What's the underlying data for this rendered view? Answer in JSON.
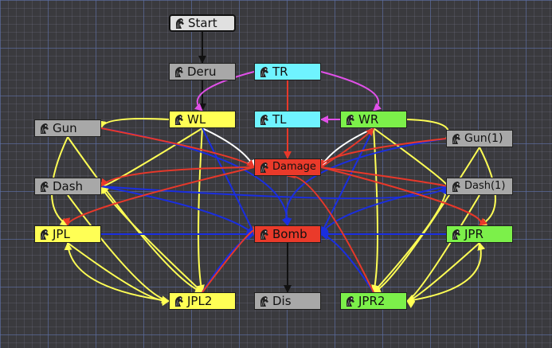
{
  "colors": {
    "gray": "#a8a8a8",
    "cyan": "#6ff3ff",
    "yellow": "#ffff55",
    "green": "#7cf04a",
    "red": "#ea3a2a",
    "edge_black": "#111111",
    "edge_red": "#e8382a",
    "edge_blue": "#1a2ee0",
    "edge_yellow": "#ffff55",
    "edge_magenta": "#e050e8",
    "edge_white": "#ffffff"
  },
  "node_icon": "horse-head-icon",
  "nodes": {
    "start": {
      "label": "Start",
      "color": "#e0e0e0"
    },
    "deru": {
      "label": "Deru",
      "color": "#a8a8a8"
    },
    "tr": {
      "label": "TR",
      "color": "#6ff3ff"
    },
    "wl": {
      "label": "WL",
      "color": "#ffff55"
    },
    "tl": {
      "label": "TL",
      "color": "#6ff3ff"
    },
    "wr": {
      "label": "WR",
      "color": "#7cf04a"
    },
    "gun": {
      "label": "Gun",
      "color": "#a8a8a8"
    },
    "gun1": {
      "label": "Gun(1)",
      "color": "#a8a8a8"
    },
    "damage": {
      "label": "Damage",
      "color": "#ea3a2a"
    },
    "dash": {
      "label": "Dash",
      "color": "#a8a8a8"
    },
    "dash1": {
      "label": "Dash(1)",
      "color": "#a8a8a8"
    },
    "jpl": {
      "label": "JPL",
      "color": "#ffff55"
    },
    "bomb": {
      "label": "Bomb",
      "color": "#ea3a2a"
    },
    "jpr": {
      "label": "JPR",
      "color": "#7cf04a"
    },
    "jpl2": {
      "label": "JPL2",
      "color": "#ffff55"
    },
    "dis": {
      "label": "Dis",
      "color": "#a8a8a8"
    },
    "jpr2": {
      "label": "JPR2",
      "color": "#7cf04a"
    }
  },
  "edges": [
    {
      "from": "start",
      "to": "deru",
      "color": "edge_black"
    },
    {
      "from": "deru",
      "to": "wl",
      "color": "edge_black"
    },
    {
      "from": "bomb",
      "to": "dis",
      "color": "edge_black"
    },
    {
      "from": "tr",
      "to": "damage",
      "color": "edge_red"
    },
    {
      "from": "tr",
      "to": "wl",
      "color": "edge_magenta"
    },
    {
      "from": "tr",
      "to": "wr",
      "color": "edge_magenta"
    },
    {
      "from": "wr",
      "to": "tl",
      "color": "edge_magenta"
    },
    {
      "from": "wl",
      "to": "damage",
      "color": "edge_white"
    },
    {
      "from": "wr",
      "to": "damage",
      "color": "edge_white"
    },
    {
      "from": "wl",
      "to": "gun",
      "color": "edge_yellow"
    },
    {
      "from": "wr",
      "to": "gun1",
      "color": "edge_yellow"
    },
    {
      "from": "wl",
      "to": "dash",
      "color": "edge_yellow"
    },
    {
      "from": "wr",
      "to": "dash1",
      "color": "edge_yellow"
    },
    {
      "from": "wl",
      "to": "jpl2",
      "color": "edge_yellow"
    },
    {
      "from": "wr",
      "to": "jpr2",
      "color": "edge_yellow"
    },
    {
      "from": "gun",
      "to": "jpl",
      "color": "edge_yellow"
    },
    {
      "from": "gun1",
      "to": "jpr",
      "color": "edge_yellow"
    },
    {
      "from": "gun",
      "to": "jpl2",
      "color": "edge_yellow"
    },
    {
      "from": "gun1",
      "to": "jpr2",
      "color": "edge_yellow"
    },
    {
      "from": "dash",
      "to": "jpl2",
      "color": "edge_yellow"
    },
    {
      "from": "dash1",
      "to": "jpr2",
      "color": "edge_yellow"
    },
    {
      "from": "jpl2",
      "to": "dash",
      "color": "edge_yellow"
    },
    {
      "from": "jpr2",
      "to": "dash1",
      "color": "edge_yellow"
    },
    {
      "from": "jpl2",
      "to": "jpl",
      "color": "edge_yellow"
    },
    {
      "from": "jpr2",
      "to": "jpr",
      "color": "edge_yellow"
    },
    {
      "from": "jpl",
      "to": "jpl2",
      "color": "edge_yellow"
    },
    {
      "from": "jpr",
      "to": "jpr2",
      "color": "edge_yellow"
    },
    {
      "from": "gun",
      "to": "bomb",
      "color": "edge_blue"
    },
    {
      "from": "gun1",
      "to": "bomb",
      "color": "edge_blue"
    },
    {
      "from": "dash",
      "to": "bomb",
      "color": "edge_blue"
    },
    {
      "from": "dash1",
      "to": "bomb",
      "color": "edge_blue"
    },
    {
      "from": "jpl",
      "to": "bomb",
      "color": "edge_blue"
    },
    {
      "from": "jpr",
      "to": "bomb",
      "color": "edge_blue"
    },
    {
      "from": "wl",
      "to": "bomb",
      "color": "edge_blue"
    },
    {
      "from": "wr",
      "to": "bomb",
      "color": "edge_blue"
    },
    {
      "from": "jpl2",
      "to": "bomb",
      "color": "edge_blue"
    },
    {
      "from": "jpr2",
      "to": "bomb",
      "color": "edge_blue"
    },
    {
      "from": "dash",
      "to": "dash1",
      "color": "edge_blue"
    },
    {
      "from": "gun",
      "to": "damage",
      "color": "edge_red"
    },
    {
      "from": "gun1",
      "to": "damage",
      "color": "edge_red"
    },
    {
      "from": "damage",
      "to": "dash",
      "color": "edge_red"
    },
    {
      "from": "damage",
      "to": "dash1",
      "color": "edge_red"
    },
    {
      "from": "damage",
      "to": "jpl",
      "color": "edge_red"
    },
    {
      "from": "damage",
      "to": "jpr",
      "color": "edge_red"
    },
    {
      "from": "damage",
      "to": "wr",
      "color": "edge_red"
    },
    {
      "from": "jpl2",
      "to": "bomb",
      "color": "edge_red"
    },
    {
      "from": "jpr2",
      "to": "damage",
      "color": "edge_red"
    }
  ]
}
